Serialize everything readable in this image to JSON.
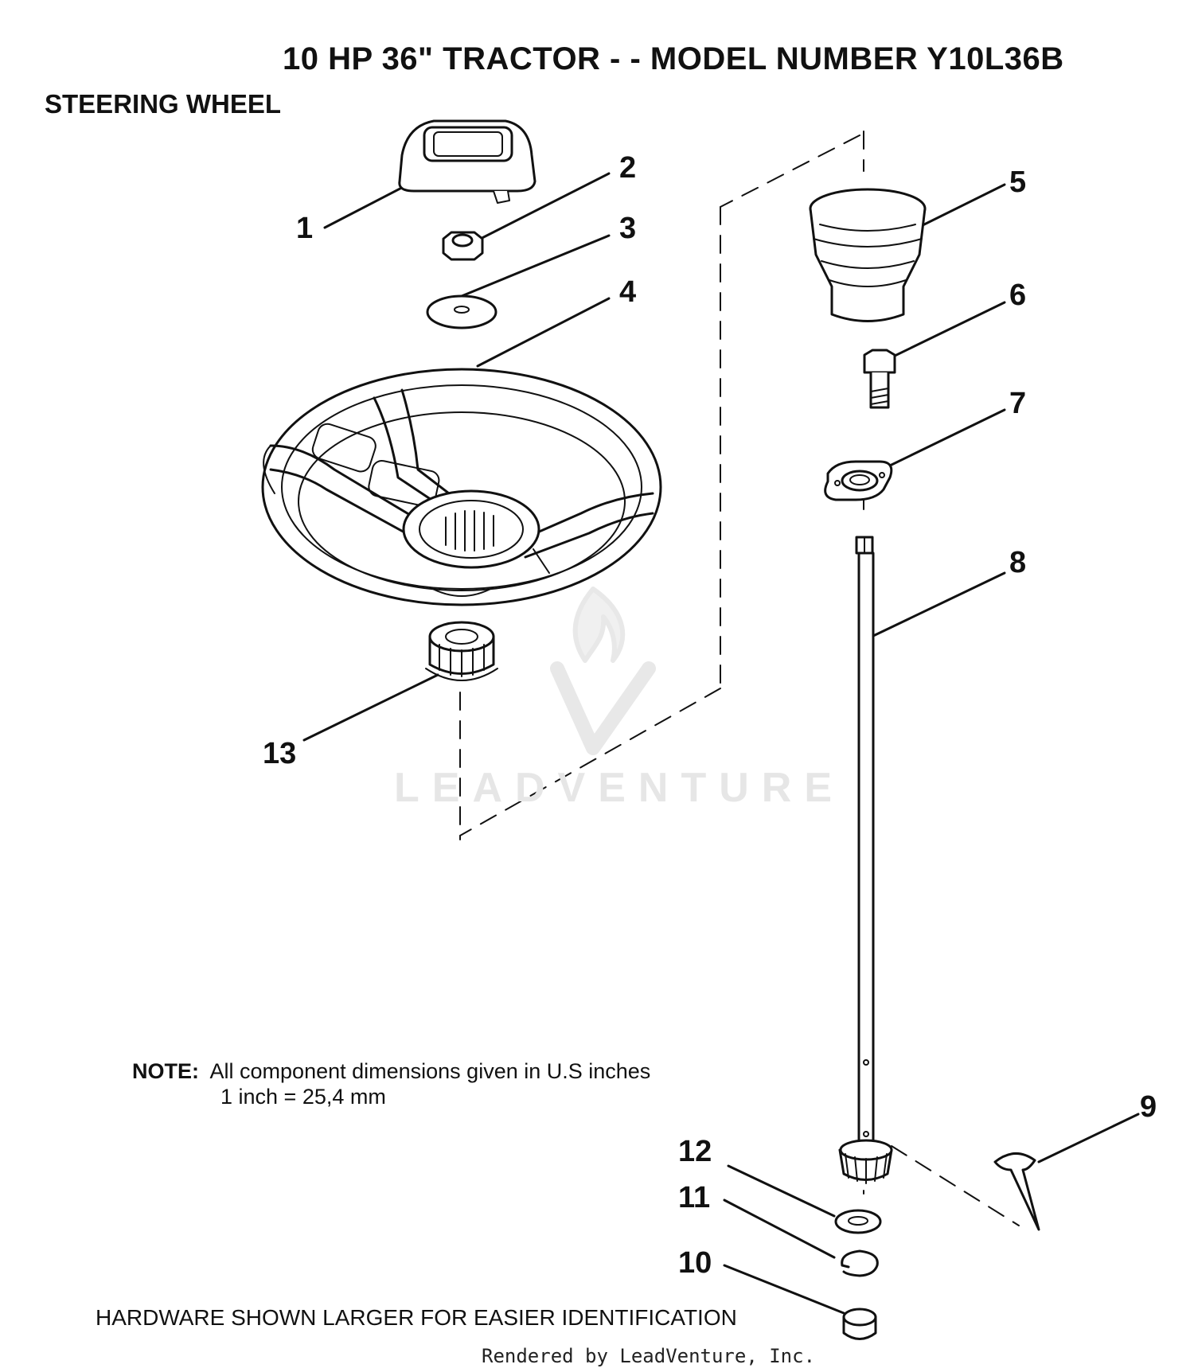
{
  "header": {
    "title": "10 HP 36\" TRACTOR - - MODEL NUMBER Y10L36B",
    "section": "STEERING WHEEL"
  },
  "callouts": [
    "1",
    "2",
    "3",
    "4",
    "5",
    "6",
    "7",
    "8",
    "9",
    "10",
    "11",
    "12",
    "13"
  ],
  "note": {
    "label": "NOTE:",
    "line1": "All component dimensions given in U.S  inches",
    "line2": "1 inch  =  25,4 mm"
  },
  "footer": {
    "hardware": "HARDWARE SHOWN LARGER FOR EASIER IDENTIFICATION",
    "credit": "Rendered by LeadVenture, Inc."
  },
  "watermark": {
    "text": "LEADVENTURE"
  }
}
